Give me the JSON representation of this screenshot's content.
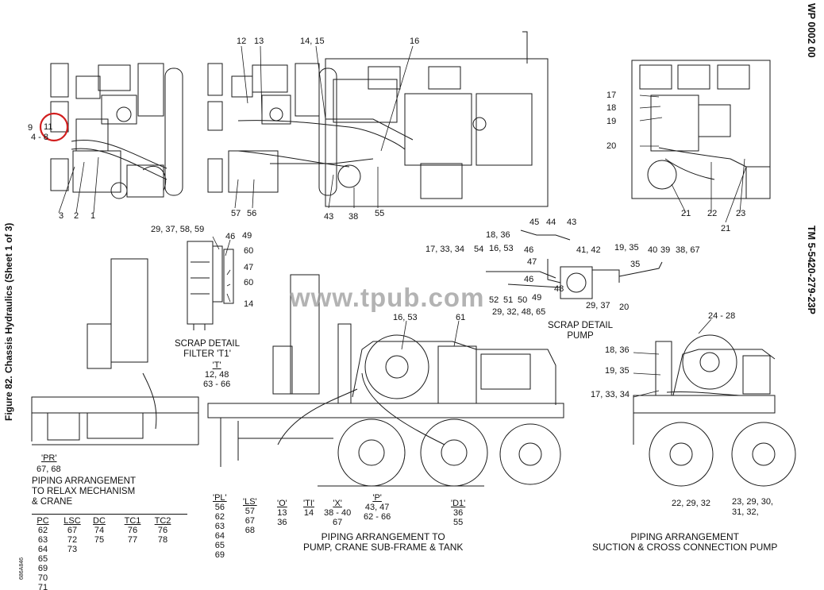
{
  "header": {
    "work_package": "WP 0002 00",
    "technical_manual": "TM 5-5420-279-23P",
    "figure_title": "Figure 82. Chassis Hydraulics (Sheet 1 of 3)",
    "watermark": "www.tpub.com",
    "art_number": "686A846"
  },
  "top_left_callouts": [
    "9",
    "11",
    "4 - 8",
    "3",
    "2",
    "1"
  ],
  "top_mid_callouts": [
    "12",
    "13",
    "14, 15",
    "16",
    "57",
    "56",
    "43",
    "38",
    "55"
  ],
  "top_right_callouts": [
    "17",
    "18",
    "19",
    "20",
    "21",
    "22",
    "23",
    "21"
  ],
  "filter_callouts": [
    "29, 37, 58, 59",
    "46",
    "49",
    "60",
    "47",
    "60",
    "14"
  ],
  "pump_callouts": [
    "18, 36",
    "45",
    "44",
    "43",
    "17, 33, 34",
    "54",
    "16, 53",
    "46",
    "47",
    "41, 42",
    "19, 35",
    "40",
    "39",
    "38, 67",
    "35",
    "46",
    "48",
    "52",
    "51",
    "50",
    "49",
    "29, 32, 48, 65",
    "29, 37",
    "20"
  ],
  "mid_center_callouts": [
    "16, 53",
    "61"
  ],
  "right_mid_callouts": [
    "24 - 28",
    "18, 36",
    "19, 35",
    "17, 33, 34"
  ],
  "scrap_filter": {
    "caption_lines": [
      "SCRAP DETAIL",
      "FILTER 'T1'"
    ],
    "code": "'T'",
    "refs": [
      "12, 48",
      "63 - 66"
    ]
  },
  "scrap_pump": {
    "caption_lines": [
      "SCRAP DETAIL",
      "PUMP"
    ]
  },
  "relax": {
    "code": "'PR'",
    "refs": "67, 68",
    "caption_lines": [
      "PIPING ARRANGEMENT",
      "TO RELAX MECHANISM",
      "& CRANE"
    ],
    "table": [
      {
        "code": "PC",
        "values": [
          "62",
          "63",
          "64",
          "65",
          "69",
          "70",
          "71"
        ]
      },
      {
        "code": "LSC",
        "values": [
          "67",
          "72",
          "73"
        ]
      },
      {
        "code": "DC",
        "values": [
          "74",
          "75"
        ]
      },
      {
        "code": "TC1",
        "values": [
          "76",
          "77"
        ]
      },
      {
        "code": "TC2",
        "values": [
          "76",
          "78"
        ]
      }
    ]
  },
  "pump_crane": {
    "caption_lines": [
      "PIPING ARRANGEMENT TO",
      "PUMP, CRANE SUB-FRAME & TANK"
    ],
    "codes": [
      {
        "code": "'PL'",
        "values": [
          "56",
          "62",
          "63",
          "64",
          "65",
          "69"
        ]
      },
      {
        "code": "'LS'",
        "values": [
          "57",
          "67",
          "68"
        ]
      },
      {
        "code": "'O'",
        "values": [
          "13",
          "36"
        ]
      },
      {
        "code": "'TI'",
        "values": [
          "14"
        ]
      },
      {
        "code": "'X'",
        "values": [
          "38 - 40",
          "67"
        ]
      },
      {
        "code": "'P'",
        "values": [
          "43, 47",
          "62 - 66"
        ]
      },
      {
        "code": "'D1'",
        "values": [
          "36",
          "55"
        ]
      }
    ]
  },
  "suction": {
    "caption_lines": [
      "PIPING ARRANGEMENT",
      "SUCTION & CROSS CONNECTION PUMP"
    ],
    "refs_left": "22, 29, 32",
    "refs_right_lines": [
      "23, 29, 30,",
      "31, 32,"
    ]
  }
}
